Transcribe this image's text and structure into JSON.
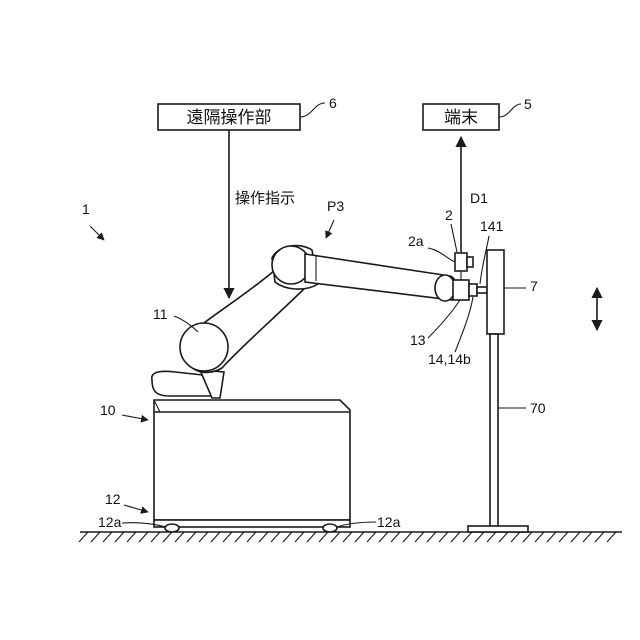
{
  "figure": {
    "system_ref": "1",
    "remote_unit": {
      "label": "遠隔操作部",
      "ref": "6"
    },
    "terminal": {
      "label": "端末",
      "ref": "5"
    },
    "operation_command": "操作指示",
    "posture_ref": "P3",
    "direction_ref": "D1",
    "refs": {
      "camera": "2",
      "camera_part": "2a",
      "hand_part": "141",
      "target": "7",
      "arm": "11",
      "wrist": "13",
      "gripper": "14,14b",
      "body": "10",
      "base": "12",
      "wheel_left": "12a",
      "wheel_right": "12a",
      "stand": "70"
    }
  }
}
